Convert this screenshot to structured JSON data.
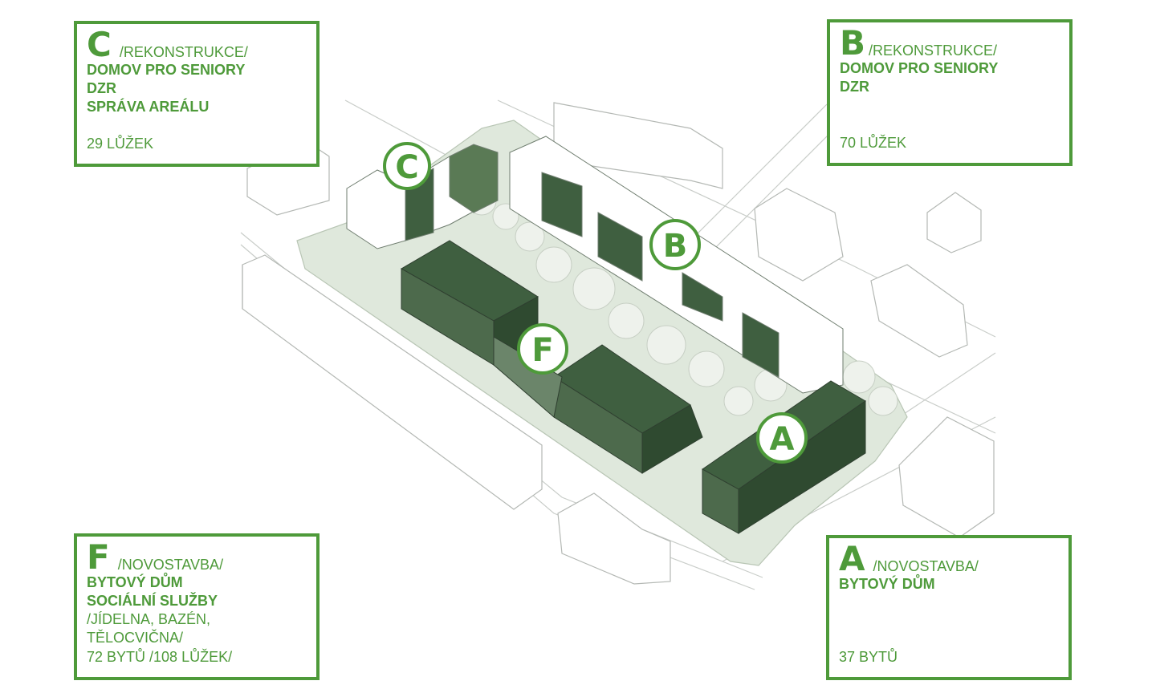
{
  "colors": {
    "accent": "#4e9a3a",
    "building_dark": "#3f5f40",
    "block_light": "#dfe8dc",
    "line": "#b8bdb8"
  },
  "boxes": {
    "c": {
      "letter": "C",
      "kind": "/REKONSTRUKCE/",
      "lines": [
        "DOMOV PRO SENIORY",
        "DZR",
        "SPRÁVA AREÁLU"
      ],
      "capacity": "29 LŮŽEK"
    },
    "b": {
      "letter": "B",
      "kind": "/REKONSTRUKCE/",
      "lines": [
        "DOMOV PRO SENIORY",
        "DZR"
      ],
      "capacity": "70 LŮŽEK"
    },
    "f": {
      "letter": "F",
      "kind": "/NOVOSTAVBA/",
      "lines": [
        "BYTOVÝ DŮM",
        "SOCIÁLNÍ SLUŽBY"
      ],
      "subline": "/JÍDELNA, BAZÉN, TĚLOCVIČNA/",
      "capacity": "72 BYTŮ /108 LŮŽEK/"
    },
    "a": {
      "letter": "A",
      "kind": "/NOVOSTAVBA/",
      "lines": [
        "BYTOVÝ DŮM"
      ],
      "capacity": "37 BYTŮ"
    }
  },
  "markers": {
    "c": "C",
    "b": "B",
    "f": "F",
    "a": "A"
  }
}
